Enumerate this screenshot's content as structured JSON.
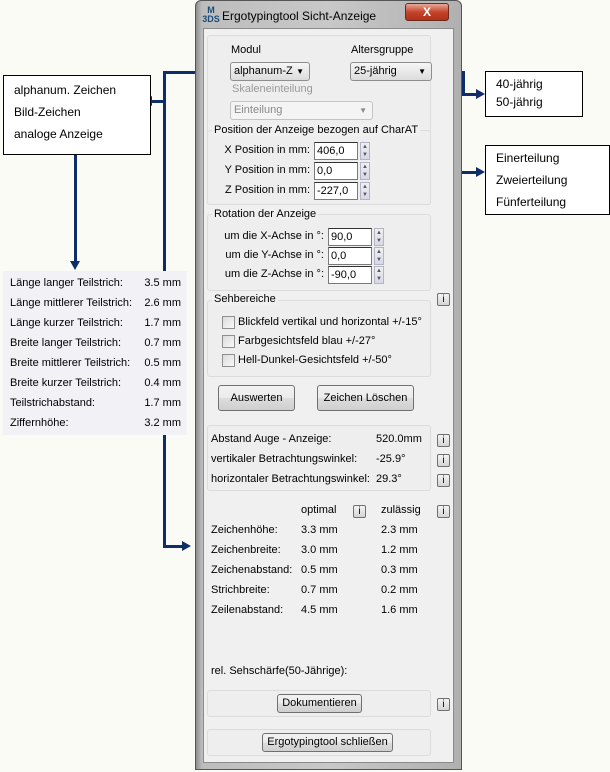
{
  "window": {
    "title": "Ergotypingtool Sicht-Anzeige",
    "logo": "M 3DS",
    "close_label": "X"
  },
  "modul": {
    "label": "Modul",
    "value": "alphanum-Z"
  },
  "altersgruppe": {
    "label": "Altersgruppe",
    "value": "25-jährig"
  },
  "skala": {
    "label": "Skaleneinteilung",
    "value": "Einteilung"
  },
  "position": {
    "title": "Position der Anzeige bezogen auf CharAT",
    "rows": [
      {
        "label": "X Position in mm:",
        "value": "406,0"
      },
      {
        "label": "Y Position in mm:",
        "value": "0,0"
      },
      {
        "label": "Z Position in mm:",
        "value": "-227,0"
      }
    ]
  },
  "rotation": {
    "title": "Rotation der Anzeige",
    "rows": [
      {
        "label": "um die X-Achse in °:",
        "value": "90,0"
      },
      {
        "label": "um die Y-Achse in °:",
        "value": "0,0"
      },
      {
        "label": "um die Z-Achse in °:",
        "value": "-90,0"
      }
    ]
  },
  "sehbereiche": {
    "title": "Sehbereiche",
    "items": [
      {
        "label": "Blickfeld vertikal und horizontal +/-15°",
        "checked": false
      },
      {
        "label": "Farbgesichtsfeld blau +/-27°",
        "checked": false
      },
      {
        "label": "Hell-Dunkel-Gesichtsfeld +/-50°",
        "checked": false
      }
    ]
  },
  "buttons": {
    "auswerten": "Auswerten",
    "loeschen": "Zeichen Löschen",
    "dokumentieren": "Dokumentieren",
    "schliessen": "Ergotypingtool schließen"
  },
  "info_label": "i",
  "results": [
    {
      "label": "Abstand Auge - Anzeige:",
      "value": "520.0mm"
    },
    {
      "label": "vertikaler Betrachtungswinkel:",
      "value": "-25.9°"
    },
    {
      "label": "horizontaler Betrachtungswinkel:",
      "value": "29.3°"
    }
  ],
  "table": {
    "col_optimal": "optimal",
    "col_zulaessig": "zulässig",
    "rows": [
      {
        "label": "Zeichenhöhe:",
        "optimal": "3.3 mm",
        "zulaessig": "2.3 mm"
      },
      {
        "label": "Zeichenbreite:",
        "optimal": "3.0 mm",
        "zulaessig": "1.2 mm"
      },
      {
        "label": "Zeichenabstand:",
        "optimal": "0.5 mm",
        "zulaessig": "0.3 mm"
      },
      {
        "label": "Strichbreite:",
        "optimal": "0.7 mm",
        "zulaessig": "0.2 mm"
      },
      {
        "label": "Zeilenabstand:",
        "optimal": "4.5 mm",
        "zulaessig": "1.6 mm"
      }
    ]
  },
  "sehschaerfe": "rel. Sehschärfe(50-Jährige):",
  "annotations": {
    "modul_options": [
      "alphanum. Zeichen",
      "Bild-Zeichen",
      "analoge Anzeige"
    ],
    "alter_options": [
      "40-jährig",
      "50-jährig"
    ],
    "skala_options": [
      "Einerteilung",
      "Zweierteilung",
      "Fünferteilung"
    ],
    "analog_rows": [
      {
        "label": "Länge langer Teilstrich:",
        "value": "3.5 mm"
      },
      {
        "label": "Länge mittlerer Teilstrich:",
        "value": "2.6 mm"
      },
      {
        "label": "Länge kurzer Teilstrich:",
        "value": "1.7 mm"
      },
      {
        "label": "Breite langer Teilstrich:",
        "value": "0.7 mm"
      },
      {
        "label": "Breite mittlerer Teilstrich:",
        "value": "0.5 mm"
      },
      {
        "label": "Breite kurzer Teilstrich:",
        "value": "0.4 mm"
      },
      {
        "label": "Teilstrichabstand:",
        "value": "1.7 mm"
      },
      {
        "label": "Ziffernhöhe:",
        "value": "3.2 mm"
      }
    ]
  }
}
